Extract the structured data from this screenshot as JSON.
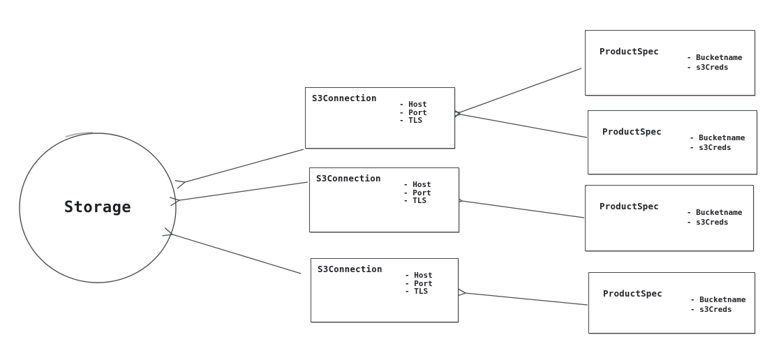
{
  "diagram": {
    "background_color": "#ffffff",
    "stroke_color": "#4a4d52",
    "text_color": "#222326",
    "storage": {
      "label": "Storage",
      "shape": "circle"
    },
    "s3_connections": [
      {
        "title": "S3Connection",
        "attributes": [
          "- Host",
          "- Port",
          "- TLS"
        ]
      },
      {
        "title": "S3Connection",
        "attributes": [
          "- Host",
          "- Port",
          "- TLS"
        ]
      },
      {
        "title": "S3Connection",
        "attributes": [
          "- Host",
          "- Port",
          "- TLS"
        ]
      }
    ],
    "product_specs": [
      {
        "title": "ProductSpec",
        "attributes": [
          "- Bucketname",
          "- s3Creds"
        ]
      },
      {
        "title": "ProductSpec",
        "attributes": [
          "- Bucketname",
          "- s3Creds"
        ]
      },
      {
        "title": "ProductSpec",
        "attributes": [
          "- Bucketname",
          "- s3Creds"
        ]
      },
      {
        "title": "ProductSpec",
        "attributes": [
          "- Bucketname",
          "- s3Creds"
        ]
      }
    ],
    "edges": [
      {
        "from": "ProductSpec 1",
        "to": "S3Connection 1"
      },
      {
        "from": "ProductSpec 2",
        "to": "S3Connection 1"
      },
      {
        "from": "ProductSpec 3",
        "to": "S3Connection 2"
      },
      {
        "from": "ProductSpec 4",
        "to": "S3Connection 3"
      },
      {
        "from": "S3Connection 1",
        "to": "Storage"
      },
      {
        "from": "S3Connection 2",
        "to": "Storage"
      },
      {
        "from": "S3Connection 3",
        "to": "Storage"
      }
    ]
  }
}
